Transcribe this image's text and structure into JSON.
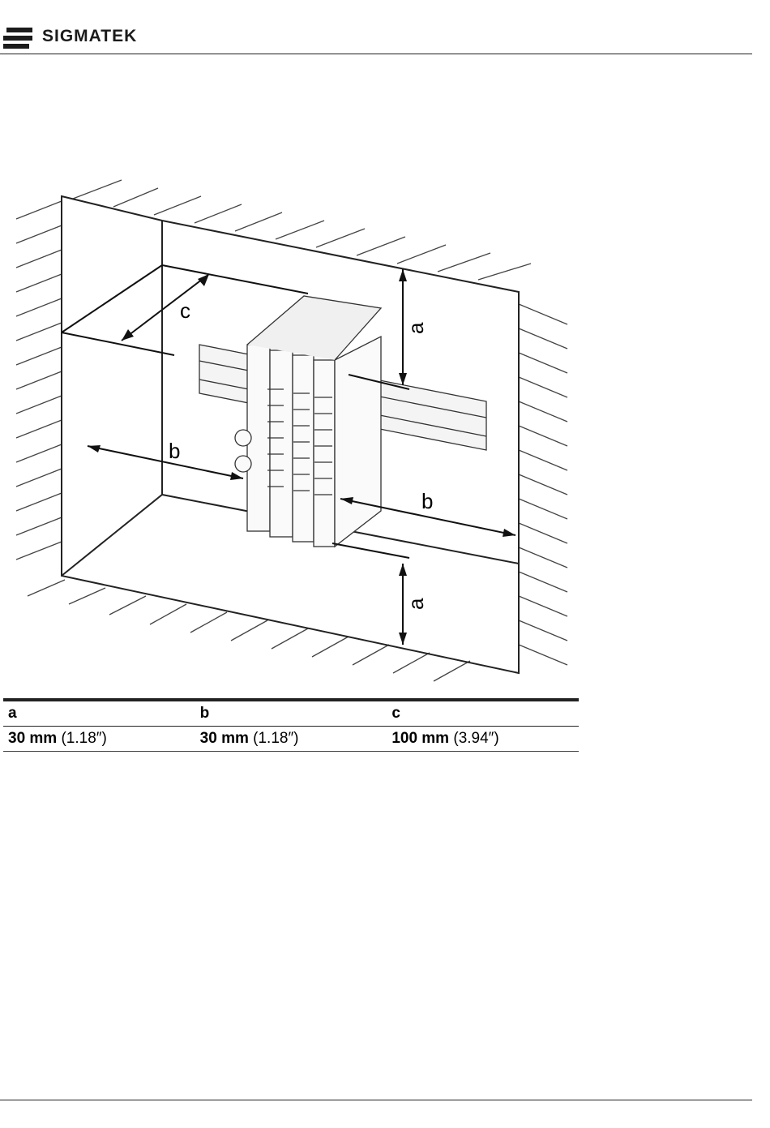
{
  "header": {
    "brand": "SIGMATEK"
  },
  "figure": {
    "labels": {
      "a": "a",
      "b": "b",
      "c": "c"
    }
  },
  "table": {
    "headers": [
      "a",
      "b",
      "c"
    ],
    "rows": [
      [
        {
          "mm": "30 mm",
          "inch": "(1.18″)"
        },
        {
          "mm": "30 mm",
          "inch": "(1.18″)"
        },
        {
          "mm": "100 mm",
          "inch": "(3.94″)"
        }
      ]
    ]
  },
  "colors": {
    "ink": "#1b1b1b",
    "rule": "#222222"
  },
  "icons": {
    "logo": "sigmatek-logo-icon"
  }
}
